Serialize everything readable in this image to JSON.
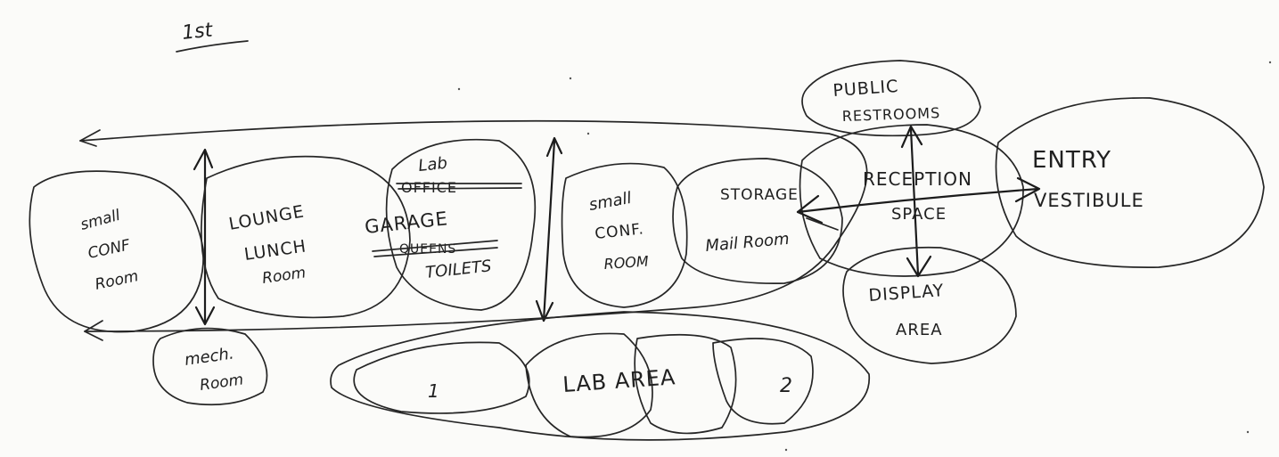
{
  "floor_label": "1st",
  "rooms": {
    "small_conf_left": [
      "small",
      "CONF",
      "Room"
    ],
    "lounge_lunch": [
      "LOUNGE",
      "LUNCH",
      "Room"
    ],
    "lab_office": [
      "Lab",
      "OFFICE"
    ],
    "garage": "GARAGE",
    "toilets": [
      "QUEENS",
      "TOILETS"
    ],
    "small_conf_mid": [
      "small",
      "CONF.",
      "ROOM"
    ],
    "storage_mail": [
      "STORAGE",
      "Mail Room"
    ],
    "public_restrooms": [
      "PUBLIC",
      "RESTROOMS"
    ],
    "reception": [
      "RECEPTION",
      "SPACE"
    ],
    "entry_vestibule": [
      "ENTRY",
      "VESTIBULE"
    ],
    "display_area": [
      "DISPLAY",
      "AREA"
    ],
    "mech_room": [
      "mech.",
      "Room"
    ],
    "lab_area": "LAB AREA",
    "lab_area_marks": [
      "1",
      "2"
    ]
  }
}
